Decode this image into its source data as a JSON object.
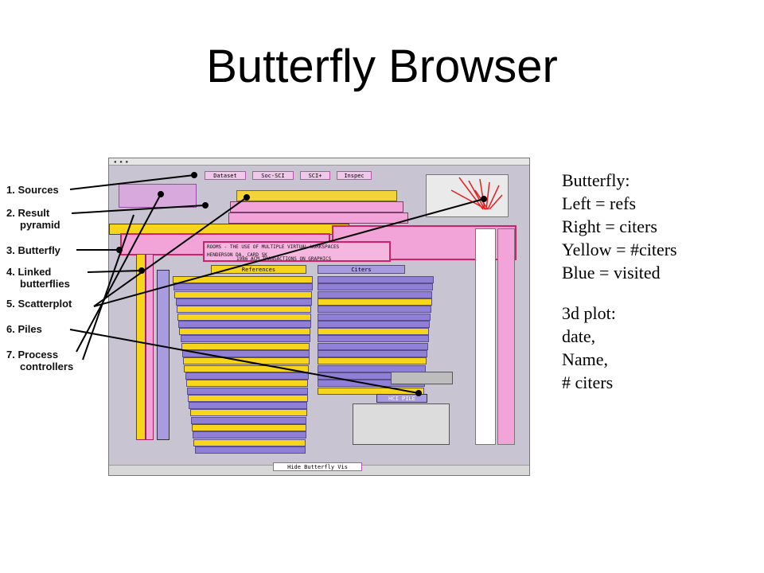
{
  "title": "Butterfly Browser",
  "callouts": [
    {
      "num": "1.",
      "text": "Sources"
    },
    {
      "num": "2.",
      "text": "Result",
      "text2": "pyramid"
    },
    {
      "num": "3.",
      "text": "Butterfly"
    },
    {
      "num": "4.",
      "text": "Linked",
      "text2": "butterflies"
    },
    {
      "num": "5.",
      "text": "Scatterplot"
    },
    {
      "num": "6.",
      "text": "Piles"
    },
    {
      "num": "7.",
      "text": "Process",
      "text2": "controllers"
    }
  ],
  "notes": {
    "butterfly_heading": "Butterfly:",
    "left": "Left = refs",
    "right": "Right = citers",
    "yellow": "Yellow = #citers",
    "blue": "Blue = visited",
    "plot_heading": "3d plot:",
    "date": "date,",
    "name": "Name,",
    "citers": "# citers"
  },
  "screenshot": {
    "source_buttons": [
      "Dataset",
      "Soc-SCI",
      "SCI+",
      "Inspec"
    ],
    "center_title": "ROOMS - THE USE OF MULTIPLE VIRTUAL WORKSPACES",
    "center_author": "HENDERSON DA, CARD SK",
    "center_journal": "1986 ACM TRANSACTIONS ON GRAPHICS",
    "left_header": "References",
    "right_header": "Citers",
    "pile_label": "HCI PILE",
    "hide_button": "Hide Butterfly Vis",
    "colors": {
      "yellow": "#f7d51c",
      "blue": "#8f7fd6",
      "pink": "#f2a4d8",
      "background": "#c8c4d2"
    }
  }
}
